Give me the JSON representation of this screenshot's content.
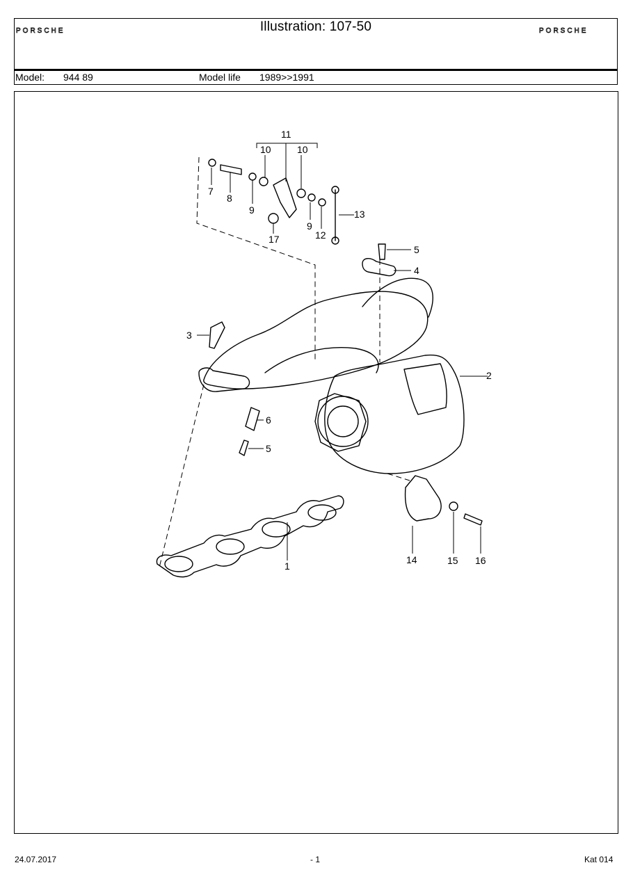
{
  "header": {
    "brand_left": "PORSCHE",
    "brand_right": "PORSCHE",
    "title": "Illustration: 107-50",
    "model_label": "Model:",
    "model_value": "944 89",
    "model_life_label": "Model life",
    "model_life_value": "1989>>1991"
  },
  "illustration": {
    "callouts": [
      "1",
      "2",
      "3",
      "4",
      "5",
      "5",
      "6",
      "7",
      "8",
      "9",
      "9",
      "10",
      "10",
      "11",
      "12",
      "13",
      "14",
      "15",
      "16",
      "17"
    ]
  },
  "footer": {
    "date": "24.07.2017",
    "page": "- 1",
    "catalog": "Kat 014"
  }
}
